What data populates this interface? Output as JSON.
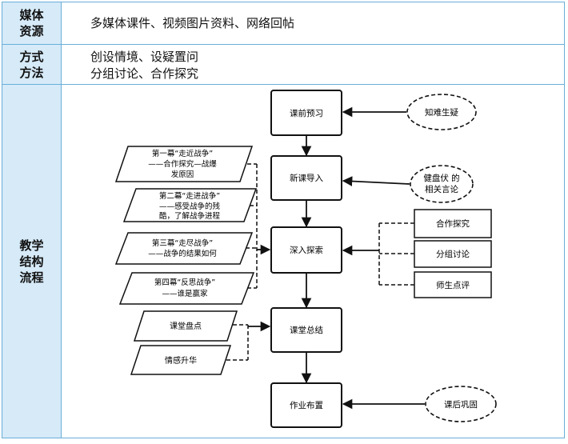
{
  "rows": {
    "media": {
      "label_line1": "媒体",
      "label_line2": "资源",
      "content": "多媒体课件、视频图片资料、网络回帖"
    },
    "method": {
      "label_line1": "方式",
      "label_line2": "方法",
      "content_line1": "创设情境、设疑置问",
      "content_line2": "分组讨论、合作探究"
    },
    "flow": {
      "label_line1": "教学",
      "label_line2": "结构",
      "label_line3": "流程"
    }
  },
  "flowchart": {
    "main": [
      "课前预习",
      "新课导入",
      "深入探索",
      "课堂总结",
      "作业布置"
    ],
    "ovals": [
      "知难生疑",
      "健盘伏 的",
      "相关言论",
      "课后巩固"
    ],
    "acts": [
      [
        "第一幕“走近战争”",
        "——合作探究—战爆",
        "发原因"
      ],
      [
        "第二幕“走进战争”",
        "——感受战争的残",
        "酷，了解战争进程"
      ],
      [
        "第三幕“走尽战争”",
        "——战争的结果如何"
      ],
      [
        "第四幕“反思战争”",
        "——谁是赢家"
      ]
    ],
    "summary_inputs": [
      "课堂盘点",
      "情感升华"
    ],
    "methods": [
      "合作探究",
      "分组讨论",
      "师生点评"
    ]
  }
}
